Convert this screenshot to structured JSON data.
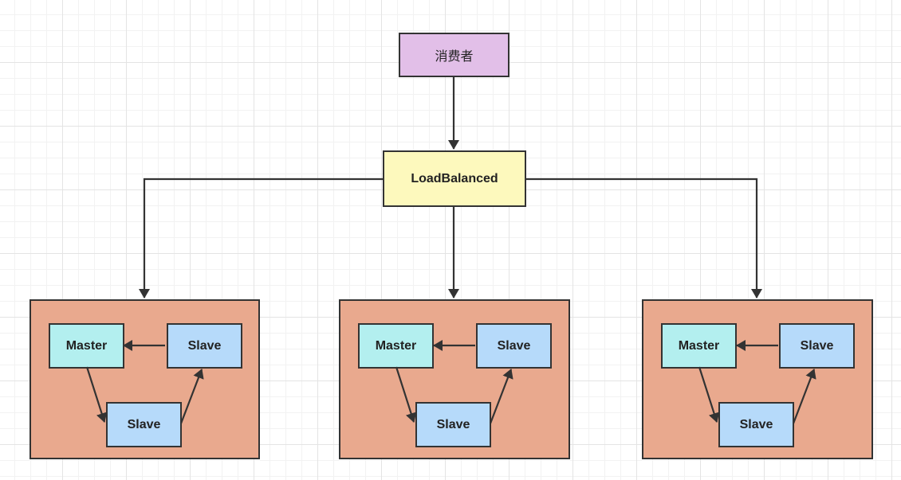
{
  "colors": {
    "consumer_fill": "#e2bfe8",
    "loadbalancer_fill": "#fdf9bd",
    "cluster_fill": "#e9a98e",
    "master_fill": "#b3efef",
    "slave_fill": "#b6dafa",
    "line": "#333333"
  },
  "consumer": {
    "label": "消费者"
  },
  "load_balancer": {
    "label": "LoadBalanced"
  },
  "clusters": [
    {
      "master": "Master",
      "slave_right": "Slave",
      "slave_bottom": "Slave"
    },
    {
      "master": "Master",
      "slave_right": "Slave",
      "slave_bottom": "Slave"
    },
    {
      "master": "Master",
      "slave_right": "Slave",
      "slave_bottom": "Slave"
    }
  ]
}
